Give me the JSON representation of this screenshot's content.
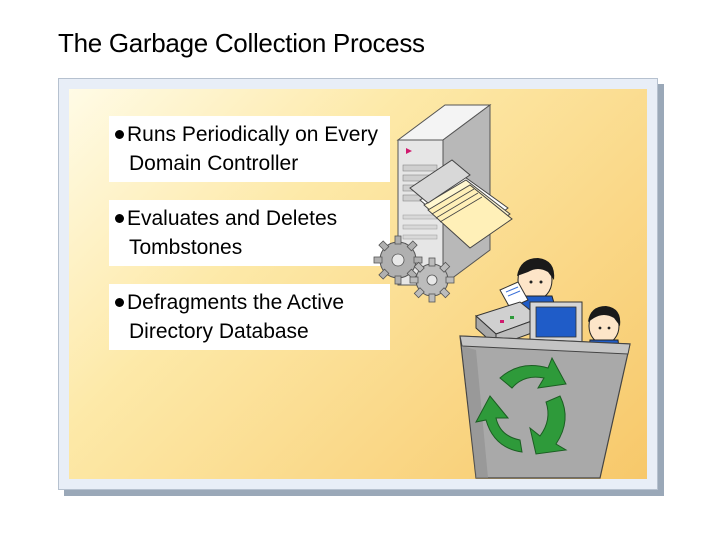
{
  "slide": {
    "title": "The Garbage Collection Process"
  },
  "bullets": [
    {
      "line1": "Runs Periodically on Every",
      "line2": "Domain Controller"
    },
    {
      "line1": "Evaluates and Deletes",
      "line2": "Tombstones"
    },
    {
      "line1": "Defragments the Active",
      "line2": "Directory Database"
    }
  ],
  "icons": {
    "server": "server-tower-icon",
    "documents": "document-stack-icon",
    "gears": "gears-icon",
    "bin": "recycle-bin-icon",
    "recycle": "recycle-arrows-icon",
    "printer": "printer-icon",
    "monitor": "computer-monitor-icon",
    "person1": "person-icon",
    "person2": "person-icon"
  },
  "colors": {
    "panel_gradient_start": "#fffbe6",
    "panel_gradient_end": "#f7c86a",
    "recycle_green": "#2e9a3a",
    "monitor_blue": "#1f5cc8"
  }
}
